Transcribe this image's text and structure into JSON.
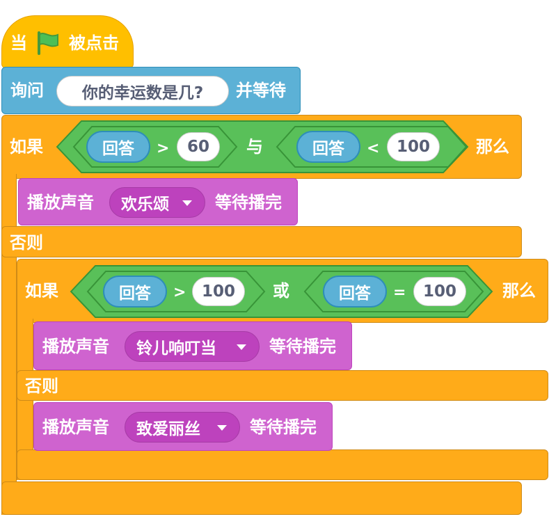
{
  "hat": {
    "when": "当",
    "clicked": "被点击",
    "flag_icon": "green-flag-icon",
    "color": "#FFBF00"
  },
  "ask": {
    "label": "询问",
    "question": "你的幸运数是几?",
    "wait": "并等待",
    "color": "#5CB1D6"
  },
  "if1": {
    "if": "如果",
    "then": "那么",
    "left": {
      "reporter": "回答",
      "op": ">",
      "value": "60"
    },
    "join": "与",
    "right": {
      "reporter": "回答",
      "op": "<",
      "value": "100"
    }
  },
  "sound1": {
    "label": "播放声音",
    "sound": "欢乐颂",
    "until": "等待播完"
  },
  "else1": "否则",
  "if2": {
    "if": "如果",
    "then": "那么",
    "left": {
      "reporter": "回答",
      "op": ">",
      "value": "100"
    },
    "join": "或",
    "right": {
      "reporter": "回答",
      "op": "=",
      "value": "100"
    }
  },
  "sound2": {
    "label": "播放声音",
    "sound": "铃儿响叮当",
    "until": "等待播完"
  },
  "else2": "否则",
  "sound3": {
    "label": "播放声音",
    "sound": "致爱丽丝",
    "until": "等待播完"
  },
  "colors": {
    "control": "#FFAB19",
    "sound": "#CF63CF",
    "operator": "#59C059",
    "sensing": "#5CB1D6"
  }
}
